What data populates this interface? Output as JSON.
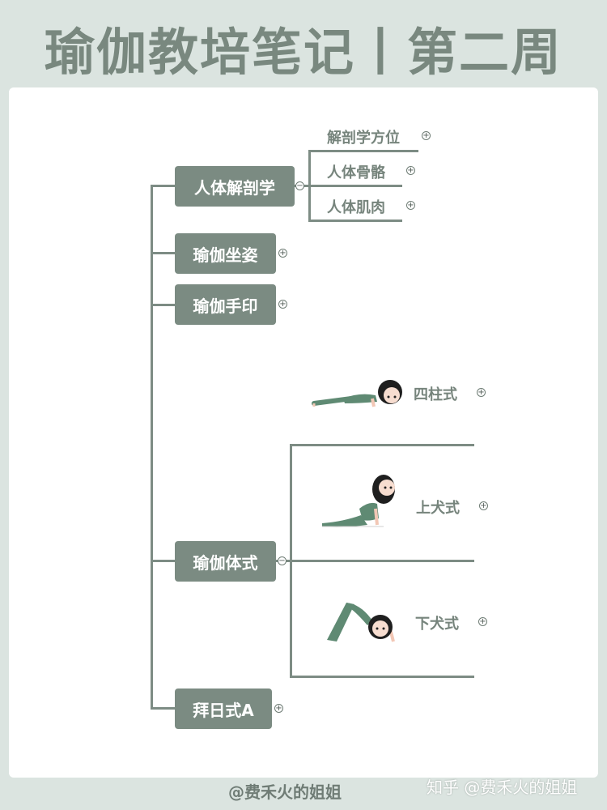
{
  "title": "瑜伽教培笔记丨第二周",
  "root_nodes": [
    {
      "label": "人体解剖学",
      "collapse": "−"
    },
    {
      "label": "瑜伽坐姿",
      "collapse": "+"
    },
    {
      "label": "瑜伽手印",
      "collapse": "+"
    },
    {
      "label": "瑜伽体式",
      "collapse": "−"
    },
    {
      "label": "拜日式A",
      "collapse": "+"
    }
  ],
  "anatomy_children": [
    {
      "label": "解剖学方位",
      "collapse": "+"
    },
    {
      "label": "人体骨骼",
      "collapse": "+"
    },
    {
      "label": "人体肌肉",
      "collapse": "+"
    }
  ],
  "pose_children": [
    {
      "label": "四柱式",
      "collapse": "+",
      "icon": "four-limbed-staff-pose-icon"
    },
    {
      "label": "上犬式",
      "collapse": "+",
      "icon": "upward-dog-pose-icon"
    },
    {
      "label": "下犬式",
      "collapse": "+",
      "icon": "downward-dog-pose-icon"
    }
  ],
  "footer": {
    "watermark_left": "@费禾火的姐姐",
    "watermark_right": "知乎 @费禾火的姐姐"
  },
  "colors": {
    "background": "#dbe4e0",
    "node": "#7b8b82",
    "line": "#7d8c84",
    "sub_text": "#76847c",
    "title": "#79887f"
  }
}
